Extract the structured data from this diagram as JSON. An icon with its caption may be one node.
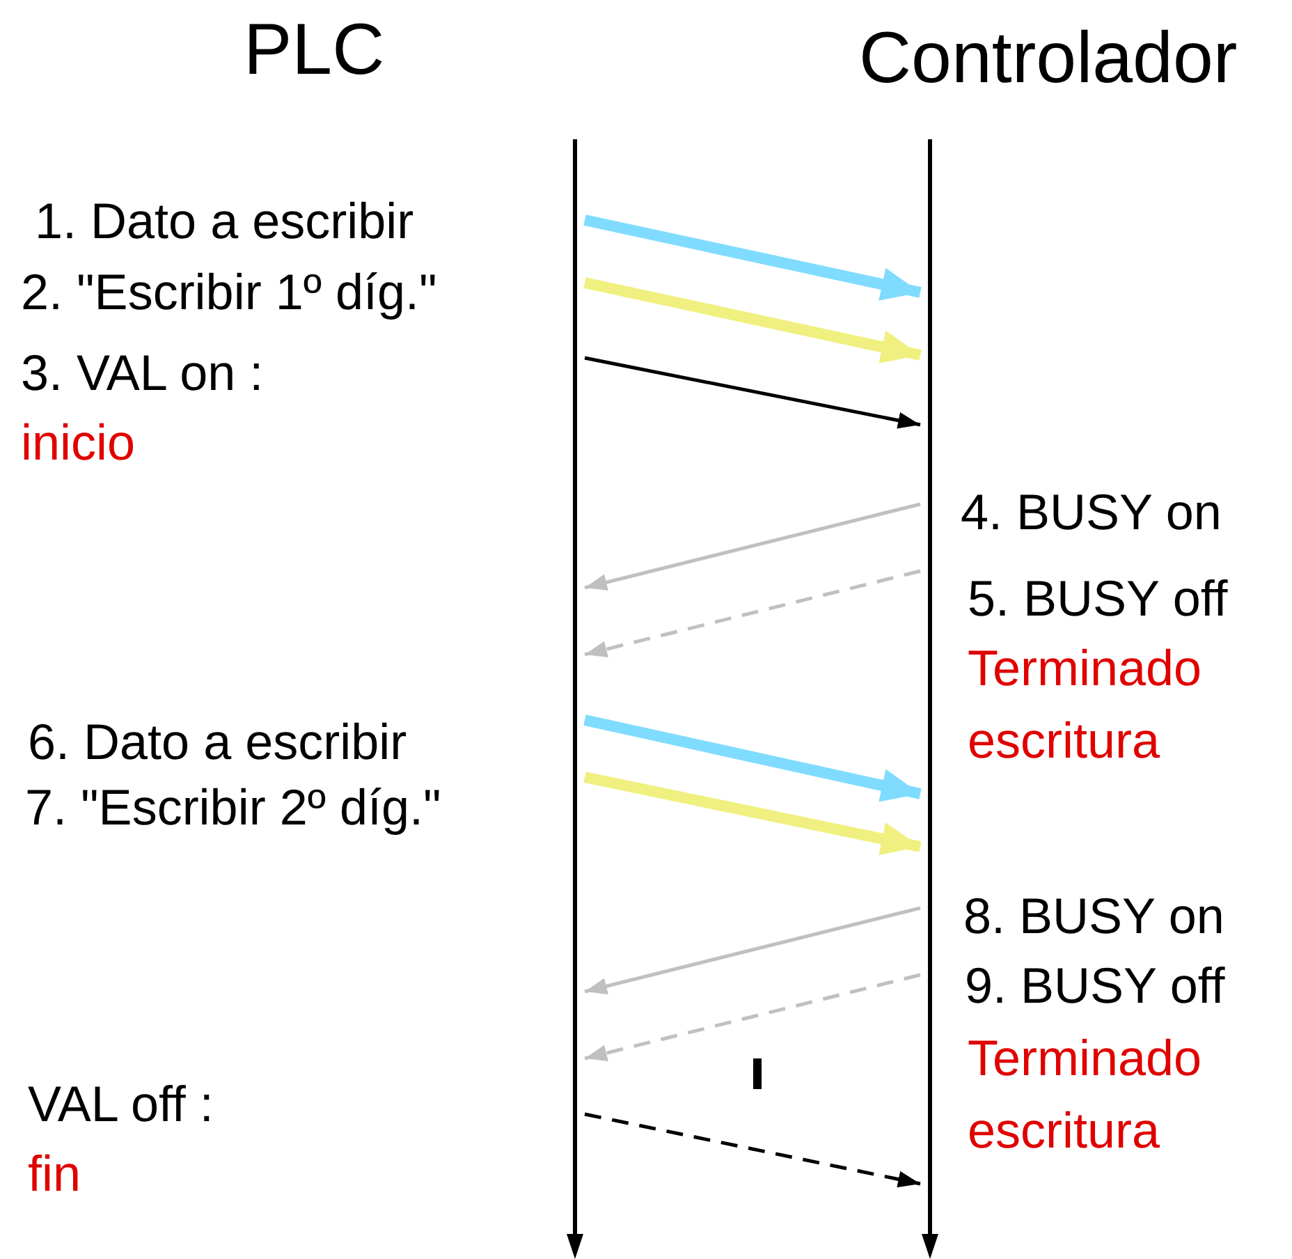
{
  "diagram": {
    "nodes": [
      {
        "text": [],
        "shape": "bar"
      },
      {
        "text": [],
        "shape": "bar"
      }
    ],
    "edges": [
      {
        "from": 0,
        "to": 1,
        "arrow": "to",
        "style": "thick",
        "color": "#80dcff"
      },
      {
        "from": 0,
        "to": 1,
        "arrow": "to",
        "style": "thick",
        "color": "#f0f080"
      },
      {
        "from": 0,
        "to": 1,
        "arrow": "to",
        "color": "#000000"
      },
      {
        "from": 1,
        "to": 0,
        "arrow": "to",
        "color": "#c0c0c0"
      },
      {
        "from": 1,
        "to": 0,
        "arrow": "to",
        "style": "dashed",
        "color": "#c0c0c0"
      },
      {
        "from": 0,
        "to": 1,
        "arrow": "to",
        "style": "thick",
        "color": "#80dcff"
      },
      {
        "from": 0,
        "to": 1,
        "arrow": "to",
        "style": "thick",
        "color": "#f0f080"
      },
      {
        "from": 1,
        "to": 0,
        "arrow": "to",
        "color": "#c0c0c0"
      },
      {
        "from": 1,
        "to": 0,
        "arrow": "to",
        "style": "dashed",
        "color": "#c0c0c0"
      },
      {
        "from": 0,
        "to": 1,
        "arrow": "to",
        "style": "dashed",
        "color": "#000000"
      }
    ],
    "labels": [
      "PLC",
      "Controlador",
      "1. Dato a escribir",
      "2. \"Escribir 1º díg.\"",
      "3. VAL on :",
      "inicio",
      "4. BUSY on",
      "5. BUSY off",
      "Terminado escritura",
      "6. Dato a escribir",
      "7. \"Escribir 2º díg.\"",
      "8. BUSY on",
      "9. BUSY off",
      "Terminado escritura",
      "VAL off :",
      "fin"
    ]
  }
}
